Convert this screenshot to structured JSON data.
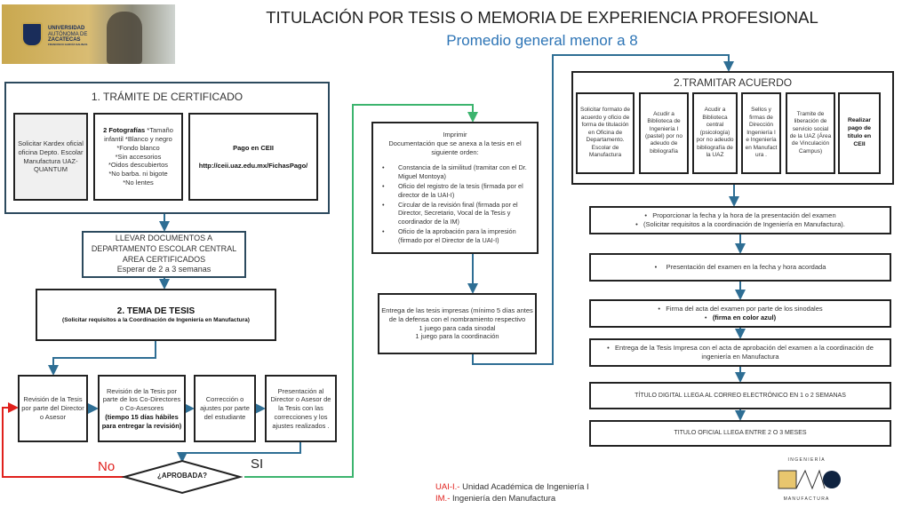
{
  "header": {
    "title": "TITULACIÓN POR TESIS O MEMORIA DE EXPERIENCIA PROFESIONAL",
    "subtitle": "Promedio general menor a 8",
    "logo_text": [
      "UNIVERSIDAD",
      "AUTÓNOMA DE",
      "ZACATECAS",
      "FRANCISCO GARCÍA SALINAS"
    ]
  },
  "section1": {
    "title": "1.   TRÁMITE DE CERTIFICADO",
    "kardex": "Solicitar Kardex oficial oficina Depto. Escolar Manufactura UAZ-QUANTUM",
    "photos_bold": "2 Fotografías",
    "photos_lines": [
      "*Tamaño infantil *Blanco y negro",
      "*Fondo blanco",
      "*Sin accesorios",
      "*Oidos descubiertos",
      "*No barba. ni bigote",
      "*No lentes"
    ],
    "pago_title": "Pago en CEII",
    "pago_url": "http://ceii.uaz.edu.mx/FichasPago/"
  },
  "llevar": {
    "lines": [
      "LLEVAR DOCUMENTOS A",
      "DEPARTAMENTO ESCOLAR CENTRAL",
      "AREA CERTIFICADOS",
      "Esperar de 2 a 3 semanas"
    ]
  },
  "tema": {
    "title": "2. TEMA DE TESIS",
    "subtitle": "(Solicitar requisitos a la Coordinación de Ingeniería en Manufactura)"
  },
  "revision": [
    {
      "text": "Revisión de la Tesis por parte del Director o Asesor"
    },
    {
      "text": "Revisión de la Tesis por parte de los Co-Directores o Co-Asesores",
      "bold": "(tiempo 15 días hábiles para entregar la revisión)"
    },
    {
      "text": "Corrección o ajustes por parte del estudiante"
    },
    {
      "text": "Presentación al Director o Asesor de la Tesis con las correcciones y los ajustes realizados ."
    }
  ],
  "decision": {
    "label": "¿APROBADA?",
    "no": "No",
    "yes": "SI"
  },
  "imprimir": {
    "title": "Imprimir",
    "intro": "Documentación que se anexa a la tesis en el siguiente orden:",
    "items": [
      "Constancia de la similitud (tramitar con el Dr. Miguel Montoya)",
      "Oficio del registro de la tesis (firmada por el director de la UAI-I)",
      "Circular de la revisión final  (firmada por el Director, Secretario, Vocal de la Tesis y coordinador de la IM)",
      "Oficio de la aprobación para la impresión (firmado por el Director de la UAI-I)"
    ]
  },
  "entrega": {
    "lines": [
      "Entrega de las tesis impresas (mínimo 5 días antes de la defensa con el nombramiento respectivo",
      "1 juego para cada sinodal",
      "1 juego para la coordinación"
    ]
  },
  "acuerdo": {
    "title": "2.TRAMITAR ACUERDO",
    "boxes": [
      "Solicitar formato de acuerdo y oficio de forma de titulación en Oficina de Departamento. Escolar de Manufactura",
      "Acudir a Biblioteca de Ingeniería I (pastel) por no adeudo de bibliografía",
      "Acudir a Biblioteca central (psicología) por no adeudo bibliografía de la UAZ",
      "Sellos y firmas de Dirección Ingeniería I e Ingeniería en Manufact ura .",
      "Tramite de liberación de servicio social de la UAZ (Área de Vinculación Campus)",
      "Realizar pago de título en CEII"
    ]
  },
  "steps": {
    "fecha": [
      "Proporcionar la fecha y la hora de la presentación del examen",
      "(Solicitar requisitos a la coordinación de Ingeniería en Manufactura)."
    ],
    "presentacion": "Presentación del examen en la fecha y hora acordada",
    "firma": "Firma del acta del examen por parte de los sinodales",
    "firma_bold": "(firma en color azul)",
    "entrega_tesis": "Entrega de la Tesis Impresa con el acta de aprobación del examen a la  coordinación de ingeniería en Manufactura",
    "digital": "TÍTULO DIGITAL LLEGA AL CORREO ELECTRÓNICO EN 1 o 2 SEMANAS",
    "oficial": "TITULO OFICIAL LLEGA ENTRE 2 O 3 MESES"
  },
  "legend": [
    {
      "abbr": "UAI-I.-",
      "text": " Unidad Académica de Ingeniería I"
    },
    {
      "abbr": "IM.-",
      "text": " Ingeniería den Manufactura"
    }
  ],
  "footer_logo": {
    "top": "I N G E N I E R Í A",
    "bottom": "M A N U F A C T U R A"
  },
  "colors": {
    "blue": "#2e6e94",
    "green": "#3cb46e",
    "red": "#e0201c",
    "subtitle": "#2e75b6",
    "gold": "#e8c66e",
    "navy": "#0f2340"
  }
}
